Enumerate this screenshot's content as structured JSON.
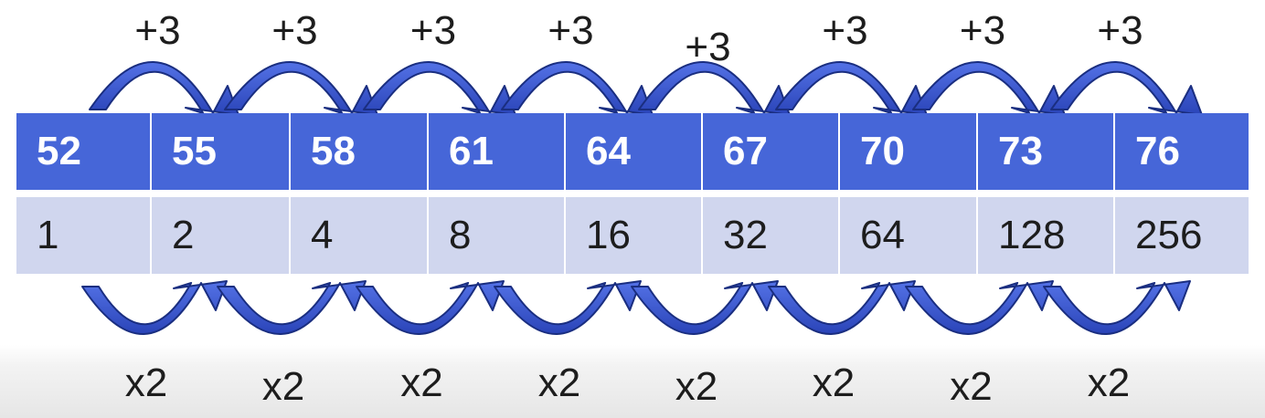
{
  "top_row": [
    "52",
    "55",
    "58",
    "61",
    "64",
    "67",
    "70",
    "73",
    "76"
  ],
  "bottom_row": [
    "1",
    "2",
    "4",
    "8",
    "16",
    "32",
    "64",
    "128",
    "256"
  ],
  "top_step_labels": [
    "+3",
    "+3",
    "+3",
    "+3",
    "+3",
    "+3",
    "+3",
    "+3"
  ],
  "bottom_step_labels": [
    "x2",
    "x2",
    "x2",
    "x2",
    "x2",
    "x2",
    "x2",
    "x2"
  ],
  "colors": {
    "header_row": "#4666d8",
    "value_row": "#d0d6ee",
    "arrow_fill": "#3350c8",
    "arrow_stroke": "#1a2e80",
    "text_dark": "#1d1d1d",
    "text_light": "#ffffff"
  }
}
